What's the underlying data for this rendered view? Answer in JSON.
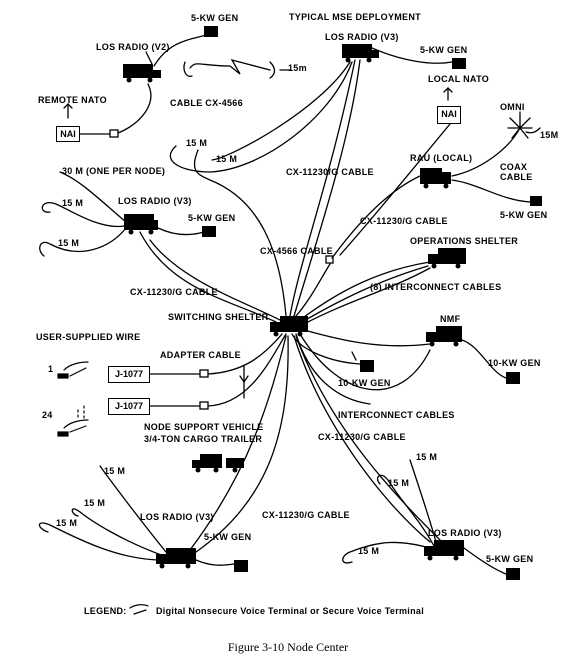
{
  "title": "TYPICAL MSE DEPLOYMENT",
  "caption": "Figure 3-10 Node Center",
  "labels": {
    "gen_top_v2": "5-KW GEN",
    "los_v2": "LOS RADIO (V2)",
    "los_v3_top": "LOS RADIO (V3)",
    "gen_top_v3": "5-KW GEN",
    "m15_top": "15m",
    "remote_nato": "REMOTE NATO",
    "cable_cx4566_top": "CABLE CX-4566",
    "local_nato": "LOCAL NATO",
    "nai_remote": "NAI",
    "nai_local": "NAI",
    "omni": "OMNI",
    "omni_15m": "15M",
    "m15_a": "15 M",
    "m15_b": "15 M",
    "cx11230_top": "CX-11230/G CABLE",
    "rau_local": "RAU (LOCAL)",
    "coax_cable": "COAX CABLE",
    "gen_rau": "5-KW GEN",
    "m30": "30 M (ONE PER NODE)",
    "m15_c": "15 M",
    "m15_d": "15 M",
    "los_v3_left": "LOS RADIO (V3)",
    "gen_left": "5-KW GEN",
    "cx11230_rau": "CX-11230/G CABLE",
    "cx4566_mid": "CX-4566 CABLE",
    "ops_shelter": "OPERATIONS SHELTER",
    "interconnect_8": "(8) INTERCONNECT CABLES",
    "cx11230_left": "CX-11230/G CABLE",
    "switching_shelter": "SWITCHING SHELTER",
    "nmf": "NMF",
    "user_wire": "USER-SUPPLIED WIRE",
    "adapter_cable": "ADAPTER CABLE",
    "j1077_a": "J-1077",
    "j1077_b": "J-1077",
    "num_1": "1",
    "num_24": "24",
    "gen_10kw_left": "10-KW GEN",
    "gen_10kw_right": "10-KW GEN",
    "interconnect": "INTERCONNECT CABLES",
    "nsv": "NODE SUPPORT VEHICLE",
    "trailer": "3/4-TON CARGO TRAILER",
    "cx11230_right": "CX-11230/G CABLE",
    "m15_e": "15 M",
    "m15_f": "15 M",
    "m15_g": "15 M",
    "los_v3_bl": "LOS RADIO (V3)",
    "gen_bl": "5-KW GEN",
    "cx11230_bl": "CX-11230/G CABLE",
    "m15_h": "15 M",
    "m15_i": "15 M",
    "m15_j": "15 M",
    "los_v3_br": "LOS RADIO (V3)",
    "gen_br": "5-KW GEN",
    "legend_key": "LEGEND:",
    "legend_text": "Digital Nonsecure Voice Terminal or Secure Voice Terminal"
  }
}
